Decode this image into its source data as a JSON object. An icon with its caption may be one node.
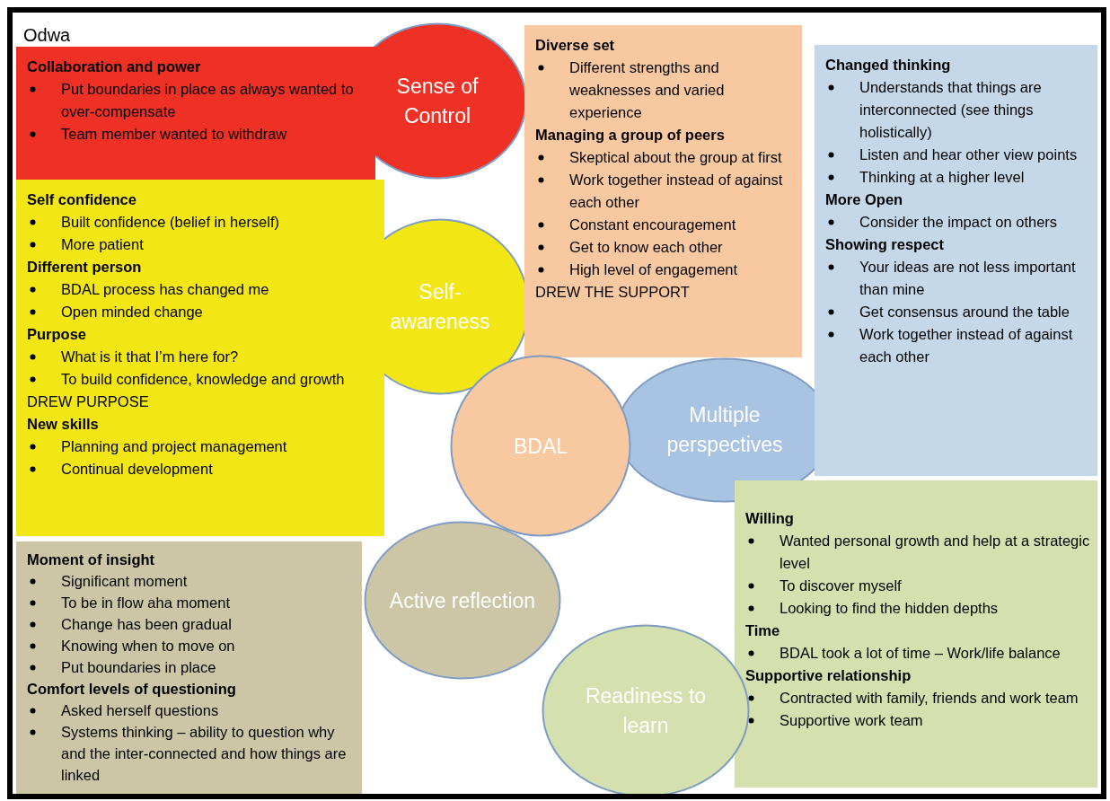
{
  "diagram": {
    "title": "Odwa",
    "nodes": [
      {
        "text": [
          "Collaboration and power",
          "Put boundaries in place as always wanted to over-compensate",
          "Team member wanted to withdraw"
        ]
      },
      {
        "text": [
          "Sense of Control"
        ]
      },
      {
        "text": [
          "Diverse set",
          "Different strengths and weaknesses and varied experience",
          "Managing a group of peers",
          "Skeptical about the group at first",
          "Work together instead of against each other",
          "Constant encouragement",
          "Get to know each other",
          "High level of engagement",
          "DREW THE SUPPORT"
        ]
      },
      {
        "text": [
          "Changed thinking",
          "Understands that things are interconnected (see things holistically)",
          "Listen and hear other view points",
          "Thinking at a higher level",
          "More Open",
          "Consider the impact on others",
          "Showing respect",
          "Your ideas are not less important than mine",
          "Get consensus around the table",
          "Work together instead of against each other"
        ]
      },
      {
        "text": [
          "Self confidence",
          "Built confidence (belief in herself)",
          "More patient",
          "Different person",
          "BDAL process has changed me",
          "Open minded change",
          "Purpose",
          "What is it that I’m here for?",
          "To build confidence, knowledge and growth",
          "DREW PURPOSE",
          "New skills",
          "Planning and project management",
          "Continual development"
        ]
      },
      {
        "text": [
          "Self-awareness"
        ]
      },
      {
        "text": [
          "BDAL"
        ]
      },
      {
        "text": [
          "Multiple perspectives"
        ]
      },
      {
        "text": [
          "Willing",
          "Wanted personal growth and help at a strategic level",
          "To discover myself",
          "Looking to find the hidden depths",
          "Time",
          "BDAL took a lot of time – Work/life balance",
          "Supportive relationship",
          "Contracted with family, friends and work team",
          "Supportive work team"
        ]
      },
      {
        "text": [
          "Active reflection"
        ]
      },
      {
        "text": [
          "Moment of insight",
          "Significant moment",
          "To be in flow aha moment",
          "Change has been gradual",
          "Knowing when to move on",
          "Put boundaries in place",
          "Comfort levels of questioning",
          "Asked herself questions",
          "Systems thinking – ability to question why and the inter-connected and how things are linked"
        ]
      },
      {
        "text": [
          "Readiness to learn"
        ]
      }
    ]
  }
}
